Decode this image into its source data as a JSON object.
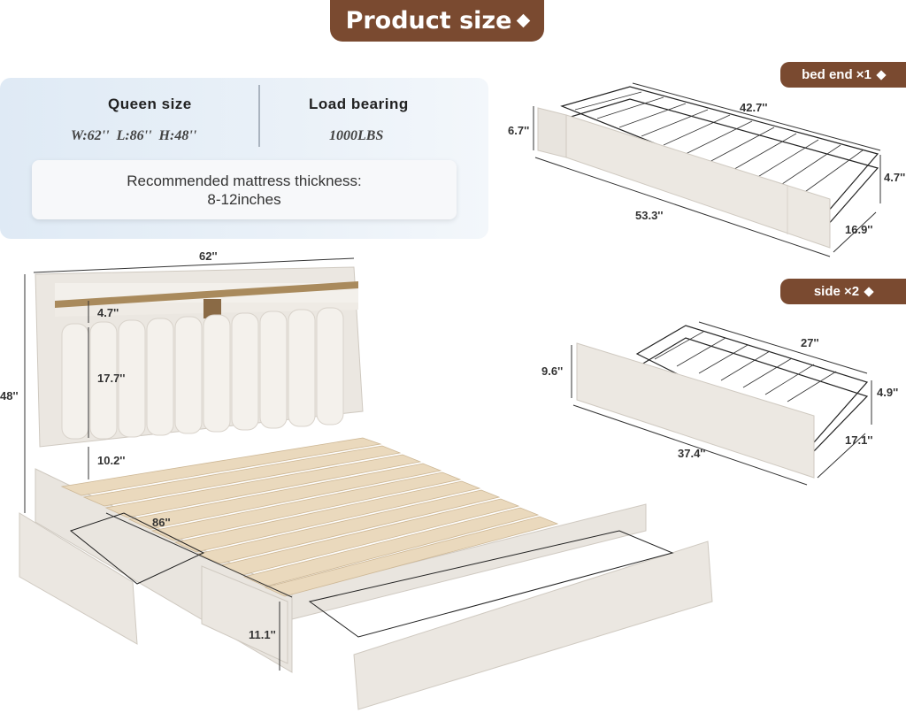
{
  "header": {
    "title": "Product size"
  },
  "specs": {
    "queen_label": "Queen size",
    "queen_dims": "W:62''  L:86''  H:48''",
    "load_label": "Load bearing",
    "load_value": "1000LBS",
    "mattress_line1": "Recommended mattress thickness:",
    "mattress_line2": "8-12inches"
  },
  "tabs": {
    "bed_end": "bed end ×1",
    "side": "side ×2"
  },
  "bed_end_drawer": {
    "length": "42.7''",
    "height_front": "6.7''",
    "height_side": "4.7''",
    "front_width": "53.3''",
    "depth": "16.9''"
  },
  "side_drawer": {
    "length": "27''",
    "height_front": "9.6''",
    "height_side": "4.9''",
    "front_width": "37.4''",
    "depth": "17.1''"
  },
  "bed": {
    "width": "62''",
    "height": "48''",
    "shelf": "4.7''",
    "headboard": "17.7''",
    "clearance": "10.2''",
    "length": "86''",
    "leg": "11.1''"
  }
}
